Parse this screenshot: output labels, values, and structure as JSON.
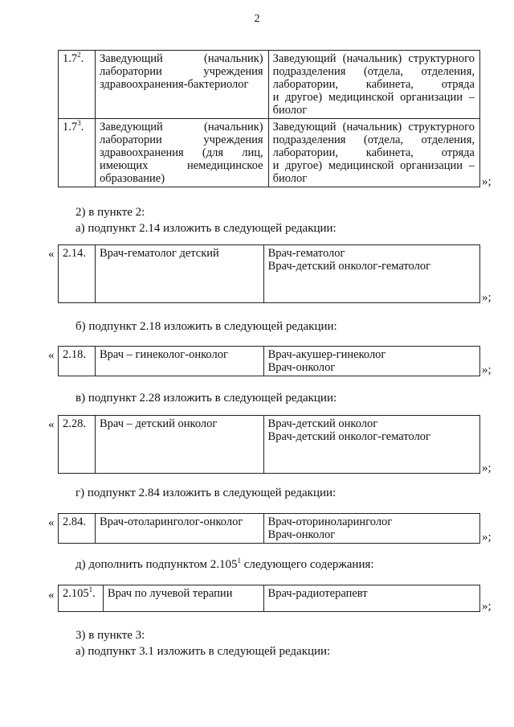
{
  "page_number": "2",
  "table_top": {
    "rows": [
      {
        "num": "1.7",
        "num_sup": "2",
        "num_tail": ".",
        "left_lines": [
          "Заведующий (начальник)",
          "лаборатории учреждения",
          "здравоохранения-бактериолог"
        ],
        "right_lines": [
          "Заведующий (начальник) структурного",
          "подразделения (отдела, отделения,",
          "лаборатории, кабинета, отряда",
          "и другое) медицинской организации –",
          "биолог"
        ]
      },
      {
        "num": "1.7",
        "num_sup": "3",
        "num_tail": ".",
        "left_lines": [
          "Заведующий (начальник)",
          "лаборатории учреждения",
          "здравоохранения (для лиц,",
          "имеющих немедицинское",
          "образование)"
        ],
        "right_lines": [
          "Заведующий (начальник) структурного",
          "подразделения (отдела, отделения,",
          "лаборатории, кабинета, отряда",
          "и другое) медицинской организации –",
          "биолог"
        ]
      }
    ],
    "close_quote": "»;"
  },
  "para_2": "2) в пункте 2:",
  "para_2a": "а) подпункт 2.14 изложить в следующей редакции:",
  "table_214": {
    "open_quote": "«",
    "num": "2.14.",
    "left": "Врач-гематолог детский",
    "right_lines": [
      "Врач-гематолог",
      "Врач-детский онколог-гематолог"
    ],
    "close_quote": "»;"
  },
  "para_2b": "б) подпункт 2.18 изложить в следующей редакции:",
  "table_218": {
    "open_quote": "«",
    "num": "2.18.",
    "left": "Врач – гинеколог-онколог",
    "right_lines": [
      "Врач-акушер-гинеколог",
      "Врач-онколог"
    ],
    "close_quote": "»;"
  },
  "para_2v": "в) подпункт 2.28 изложить в следующей редакции:",
  "table_228": {
    "open_quote": "«",
    "num": "2.28.",
    "left": "Врач – детский онколог",
    "right_lines": [
      "Врач-детский онколог",
      "Врач-детский онколог-гематолог"
    ],
    "close_quote": "»;"
  },
  "para_2g": "г) подпункт 2.84 изложить в следующей редакции:",
  "table_284": {
    "open_quote": "«",
    "num": "2.84.",
    "left": "Врач-отоларинголог-онколог",
    "right_lines": [
      "Врач-оториноларинголог",
      "Врач-онколог"
    ],
    "close_quote": "»;"
  },
  "para_2d_pre": "д) дополнить подпунктом 2.105",
  "para_2d_sup": "1",
  "para_2d_post": " следующего содержания:",
  "table_2105": {
    "open_quote": "«",
    "num": "2.105",
    "num_sup": "1",
    "num_tail": ".",
    "left": "Врач по лучевой терапии",
    "right": "Врач-радиотерапевт",
    "close_quote": "»;"
  },
  "para_3": "3) в пункте 3:",
  "para_3a": "а) подпункт 3.1 изложить в следующей редакции:"
}
